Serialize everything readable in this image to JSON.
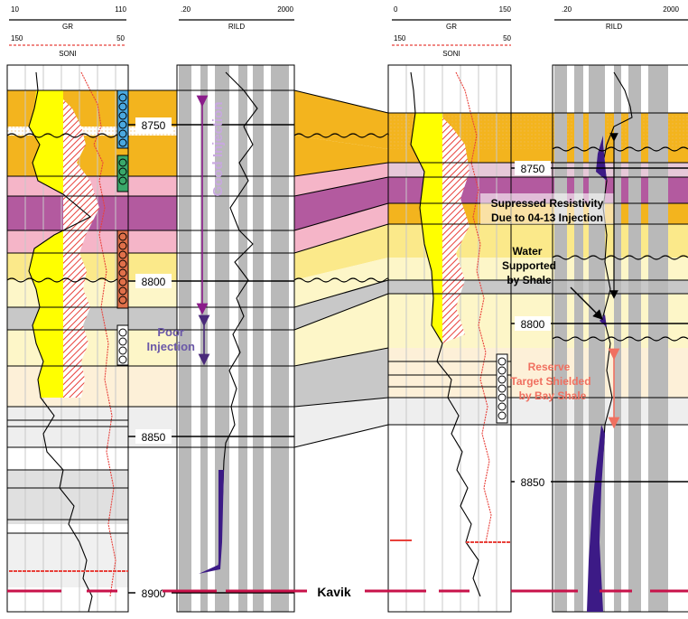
{
  "curve_headers": {
    "gr_left": {
      "min": "10",
      "name": "GR",
      "max": "110"
    },
    "soni_left": {
      "min": "150",
      "name": "SONI",
      "max": "50"
    },
    "rild_left": {
      "min": ".20",
      "name": "RILD",
      "max": "2000"
    },
    "gr_right": {
      "min": "0",
      "name": "GR",
      "max": "150"
    },
    "soni_right": {
      "min": "150",
      "name": "SONI",
      "max": "50"
    },
    "rild_right": {
      "min": ".20",
      "name": "RILD",
      "max": "2000"
    }
  },
  "depths_left": [
    "8750",
    "8800",
    "8850",
    "8900"
  ],
  "depths_right": [
    "8750",
    "8800",
    "8850"
  ],
  "annotations": {
    "good_injection": "Good Injection",
    "poor_injection_1": "Poor",
    "poor_injection_2": "Injection",
    "suppressed_1": "Supressed Resistivity",
    "suppressed_2": "Due to 04-13 Injection",
    "water_1": "Water",
    "water_2": "Supported",
    "water_3": "by Shale",
    "reserve_1": "Reserve",
    "reserve_2": "Target Shielded",
    "reserve_3": "by Bay Shale",
    "kavik": "Kavik"
  },
  "colors": {
    "gold": "#f3b41e",
    "magenta": "#b35a9f",
    "pink": "#f5b5c8",
    "light_yellow": "#fbe98a",
    "pale_yellow": "#fdf6c8",
    "gray": "#b9b9b9",
    "bright_yellow": "#ffff00",
    "red": "#e8403a",
    "purple": "#3c1a86",
    "crimson": "#c8124a",
    "arrow_purple": "#8a1c8a",
    "poor_purple": "#6b58a8",
    "reserve_red": "#f07060"
  }
}
